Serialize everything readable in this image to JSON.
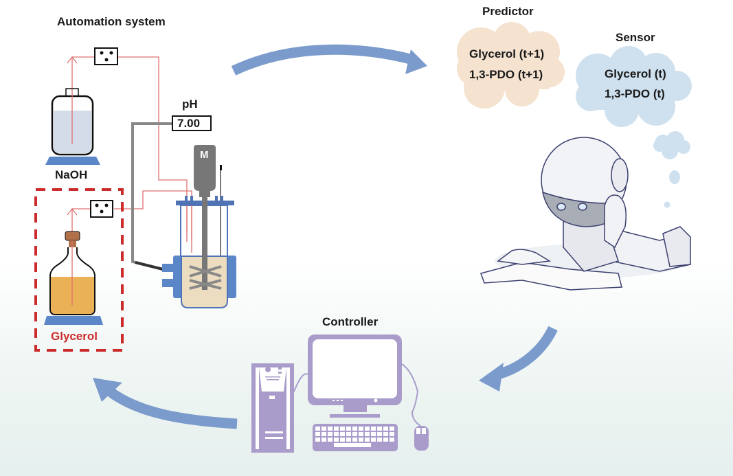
{
  "automation": {
    "title": "Automation system",
    "naoh_label": "NaOH",
    "glycerol_label": "Glycerol",
    "ph_label": "pH",
    "ph_value": "7.00",
    "motor_label": "M"
  },
  "predictor": {
    "title": "Predictor",
    "line1": "Glycerol (t+1)",
    "line2": "1,3-PDO (t+1)"
  },
  "sensor": {
    "title": "Sensor",
    "line1": "Glycerol (t)",
    "line2": "1,3-PDO (t)"
  },
  "controller": {
    "title": "Controller"
  },
  "colors": {
    "arrow": "#7b9bcc",
    "predictor_cloud": "#f5e3d0",
    "sensor_cloud": "#cfe1ef",
    "computer": "#a99ccb",
    "glycerol_highlight": "#cc2b2b",
    "signal_line": "#e07070"
  }
}
